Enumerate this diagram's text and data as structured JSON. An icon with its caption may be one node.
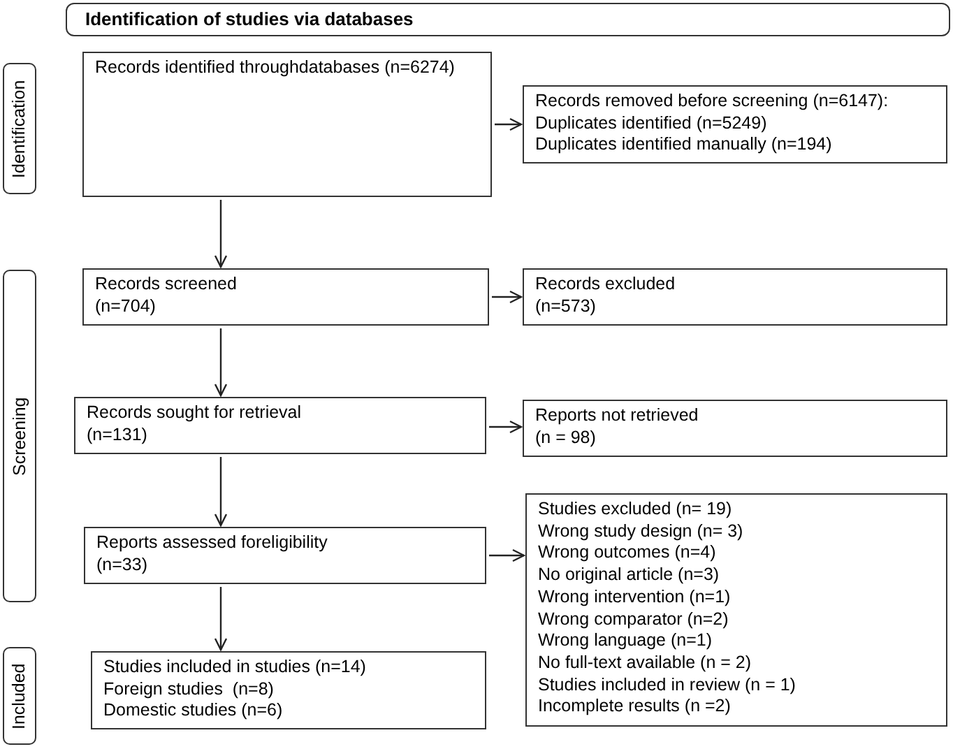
{
  "diagram": {
    "nodes": [
      {
        "text": [
          "Identification of studies via databases"
        ]
      },
      {
        "text": [
          "Identification"
        ]
      },
      {
        "text": [
          "Screening"
        ]
      },
      {
        "text": [
          "Included"
        ]
      },
      {
        "text": [
          "Records identified throughdatabases (n=6274)"
        ]
      },
      {
        "text": [
          "Records removed before screening (n=6147):",
          "Duplicates identified (n=5249)",
          "Duplicates identified manually (n=194)"
        ]
      },
      {
        "text": [
          "Records screened",
          "(n=704)"
        ]
      },
      {
        "text": [
          "Records excluded",
          "(n=573)"
        ]
      },
      {
        "text": [
          "Records sought for retrieval",
          "(n=131)"
        ]
      },
      {
        "text": [
          "Reports not retrieved",
          "(n = 98)"
        ]
      },
      {
        "text": [
          "Reports assessed foreligibility",
          "(n=33)"
        ]
      },
      {
        "text": [
          "Studies excluded (n= 19)",
          "Wrong study design (n= 3)",
          "Wrong outcomes (n=4)",
          "No original article (n=3)",
          "Wrong intervention (n=1)",
          "Wrong comparator (n=2)",
          "Wrong language (n=1)",
          "No full-text available (n = 2)",
          "Studies included in review (n = 1)",
          "Incomplete results (n =2)"
        ]
      },
      {
        "text": [
          "Studies included in studies (n=14)",
          "Foreign studies  (n=8)",
          "Domestic studies (n=6)"
        ]
      }
    ],
    "edges": [
      {
        "from": 4,
        "to": 5,
        "arrow": "to"
      },
      {
        "from": 4,
        "to": 6,
        "arrow": "to"
      },
      {
        "from": 6,
        "to": 7,
        "arrow": "to"
      },
      {
        "from": 6,
        "to": 8,
        "arrow": "to"
      },
      {
        "from": 8,
        "to": 9,
        "arrow": "to"
      },
      {
        "from": 8,
        "to": 10,
        "arrow": "to"
      },
      {
        "from": 10,
        "to": 11,
        "arrow": "to"
      },
      {
        "from": 10,
        "to": 12,
        "arrow": "to"
      }
    ]
  }
}
